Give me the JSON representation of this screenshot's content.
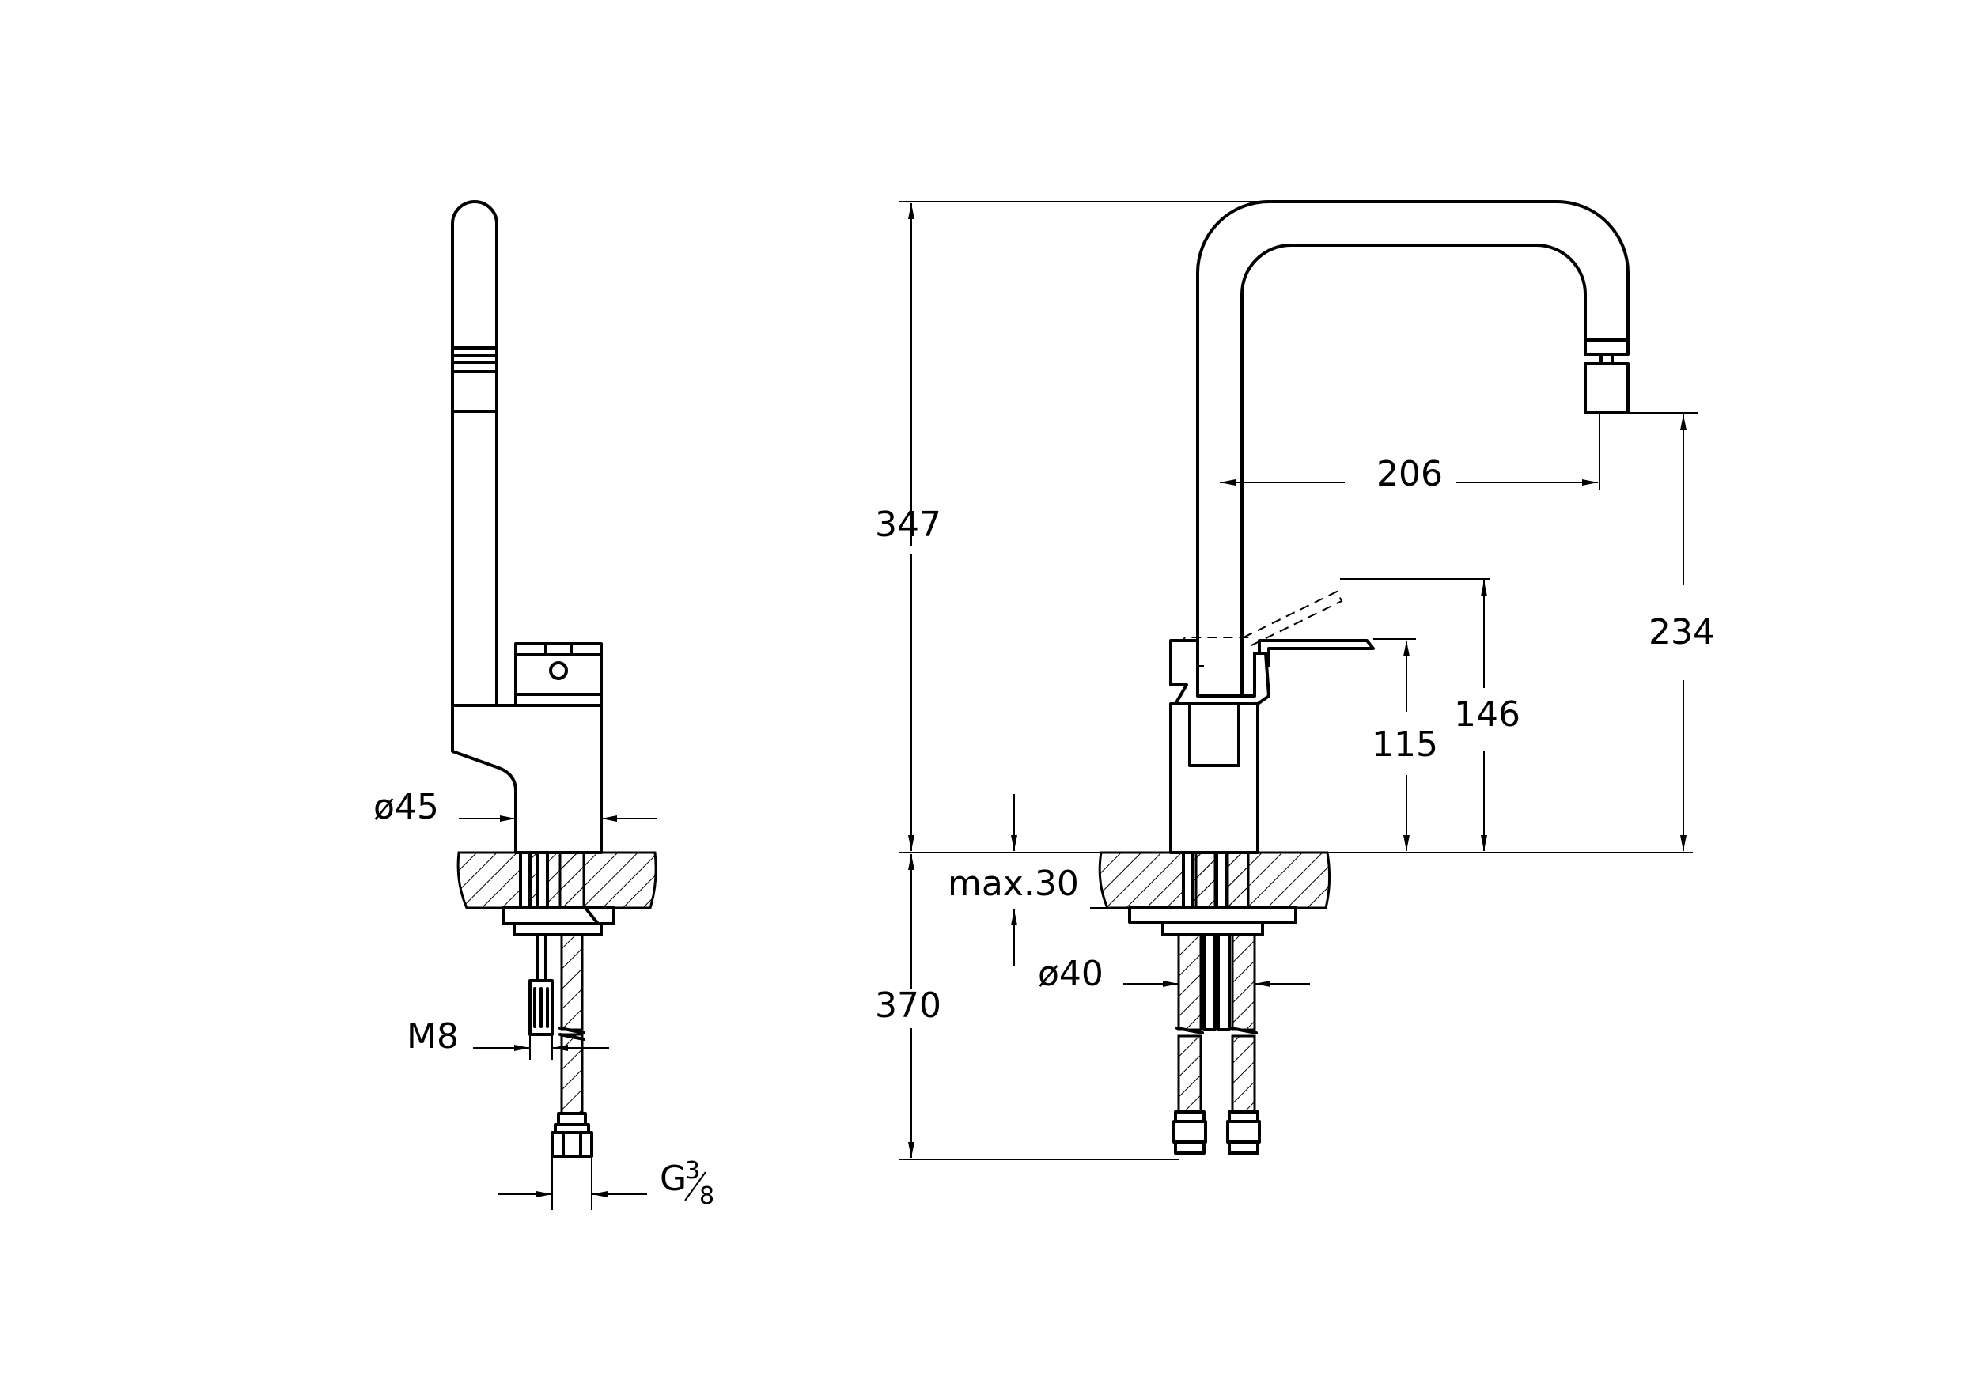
{
  "dimensions": {
    "height_overall": "347",
    "height_below": "370",
    "spout_reach": "206",
    "spout_height": "234",
    "lever_top_height": "146",
    "lever_height": "115",
    "deck_thickness": "max.30",
    "body_diameter": "ø45",
    "hole_diameter": "ø40",
    "stud_thread": "M8",
    "connection_thread_main": "G",
    "connection_thread_num": "3",
    "connection_thread_den": "8"
  }
}
